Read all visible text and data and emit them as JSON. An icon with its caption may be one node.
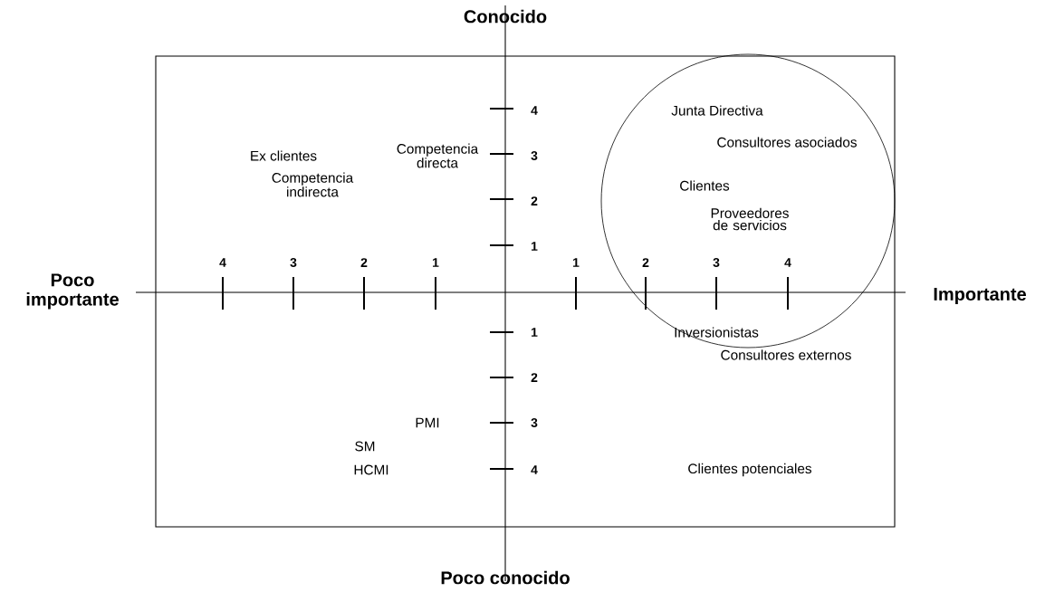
{
  "diagram": {
    "nodes": [
      {
        "text": [
          "Junta Directiva",
          "Consultores asociados",
          "Clientes",
          "Proveedores de servicios"
        ]
      }
    ],
    "labels": [
      "Conocido",
      "4",
      "Ex clientes",
      "Competencia directa",
      "3",
      "Competencia indirecta",
      "2",
      "1",
      "Poco importante",
      "4",
      "3",
      "2",
      "1",
      "1",
      "2",
      "3",
      "4",
      "Importante",
      "1",
      "Inversionistas",
      "Consultores externos",
      "2",
      "PMI",
      "3",
      "SM",
      "HCMI",
      "4",
      "Clientes potenciales",
      "Poco conocido"
    ]
  }
}
